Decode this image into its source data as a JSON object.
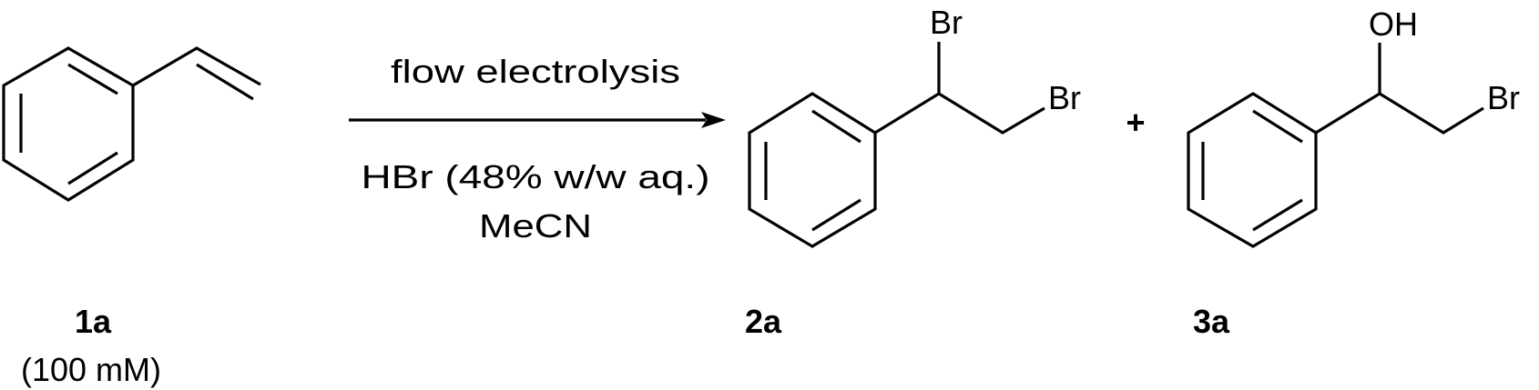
{
  "reaction": {
    "reactant": {
      "id": "1a",
      "concentration": "(100 mM)"
    },
    "conditions": {
      "above_arrow": "flow electrolysis",
      "below_arrow_line1": "HBr (48% w/w aq.)",
      "below_arrow_line2": "MeCN"
    },
    "products": [
      {
        "id": "2a",
        "atoms": {
          "br1": "Br",
          "br2": "Br"
        }
      },
      {
        "id": "3a",
        "atoms": {
          "oh": "OH",
          "br": "Br"
        }
      }
    ],
    "plus": "+"
  },
  "colors": {
    "ink": "#000000",
    "background": "#ffffff"
  }
}
